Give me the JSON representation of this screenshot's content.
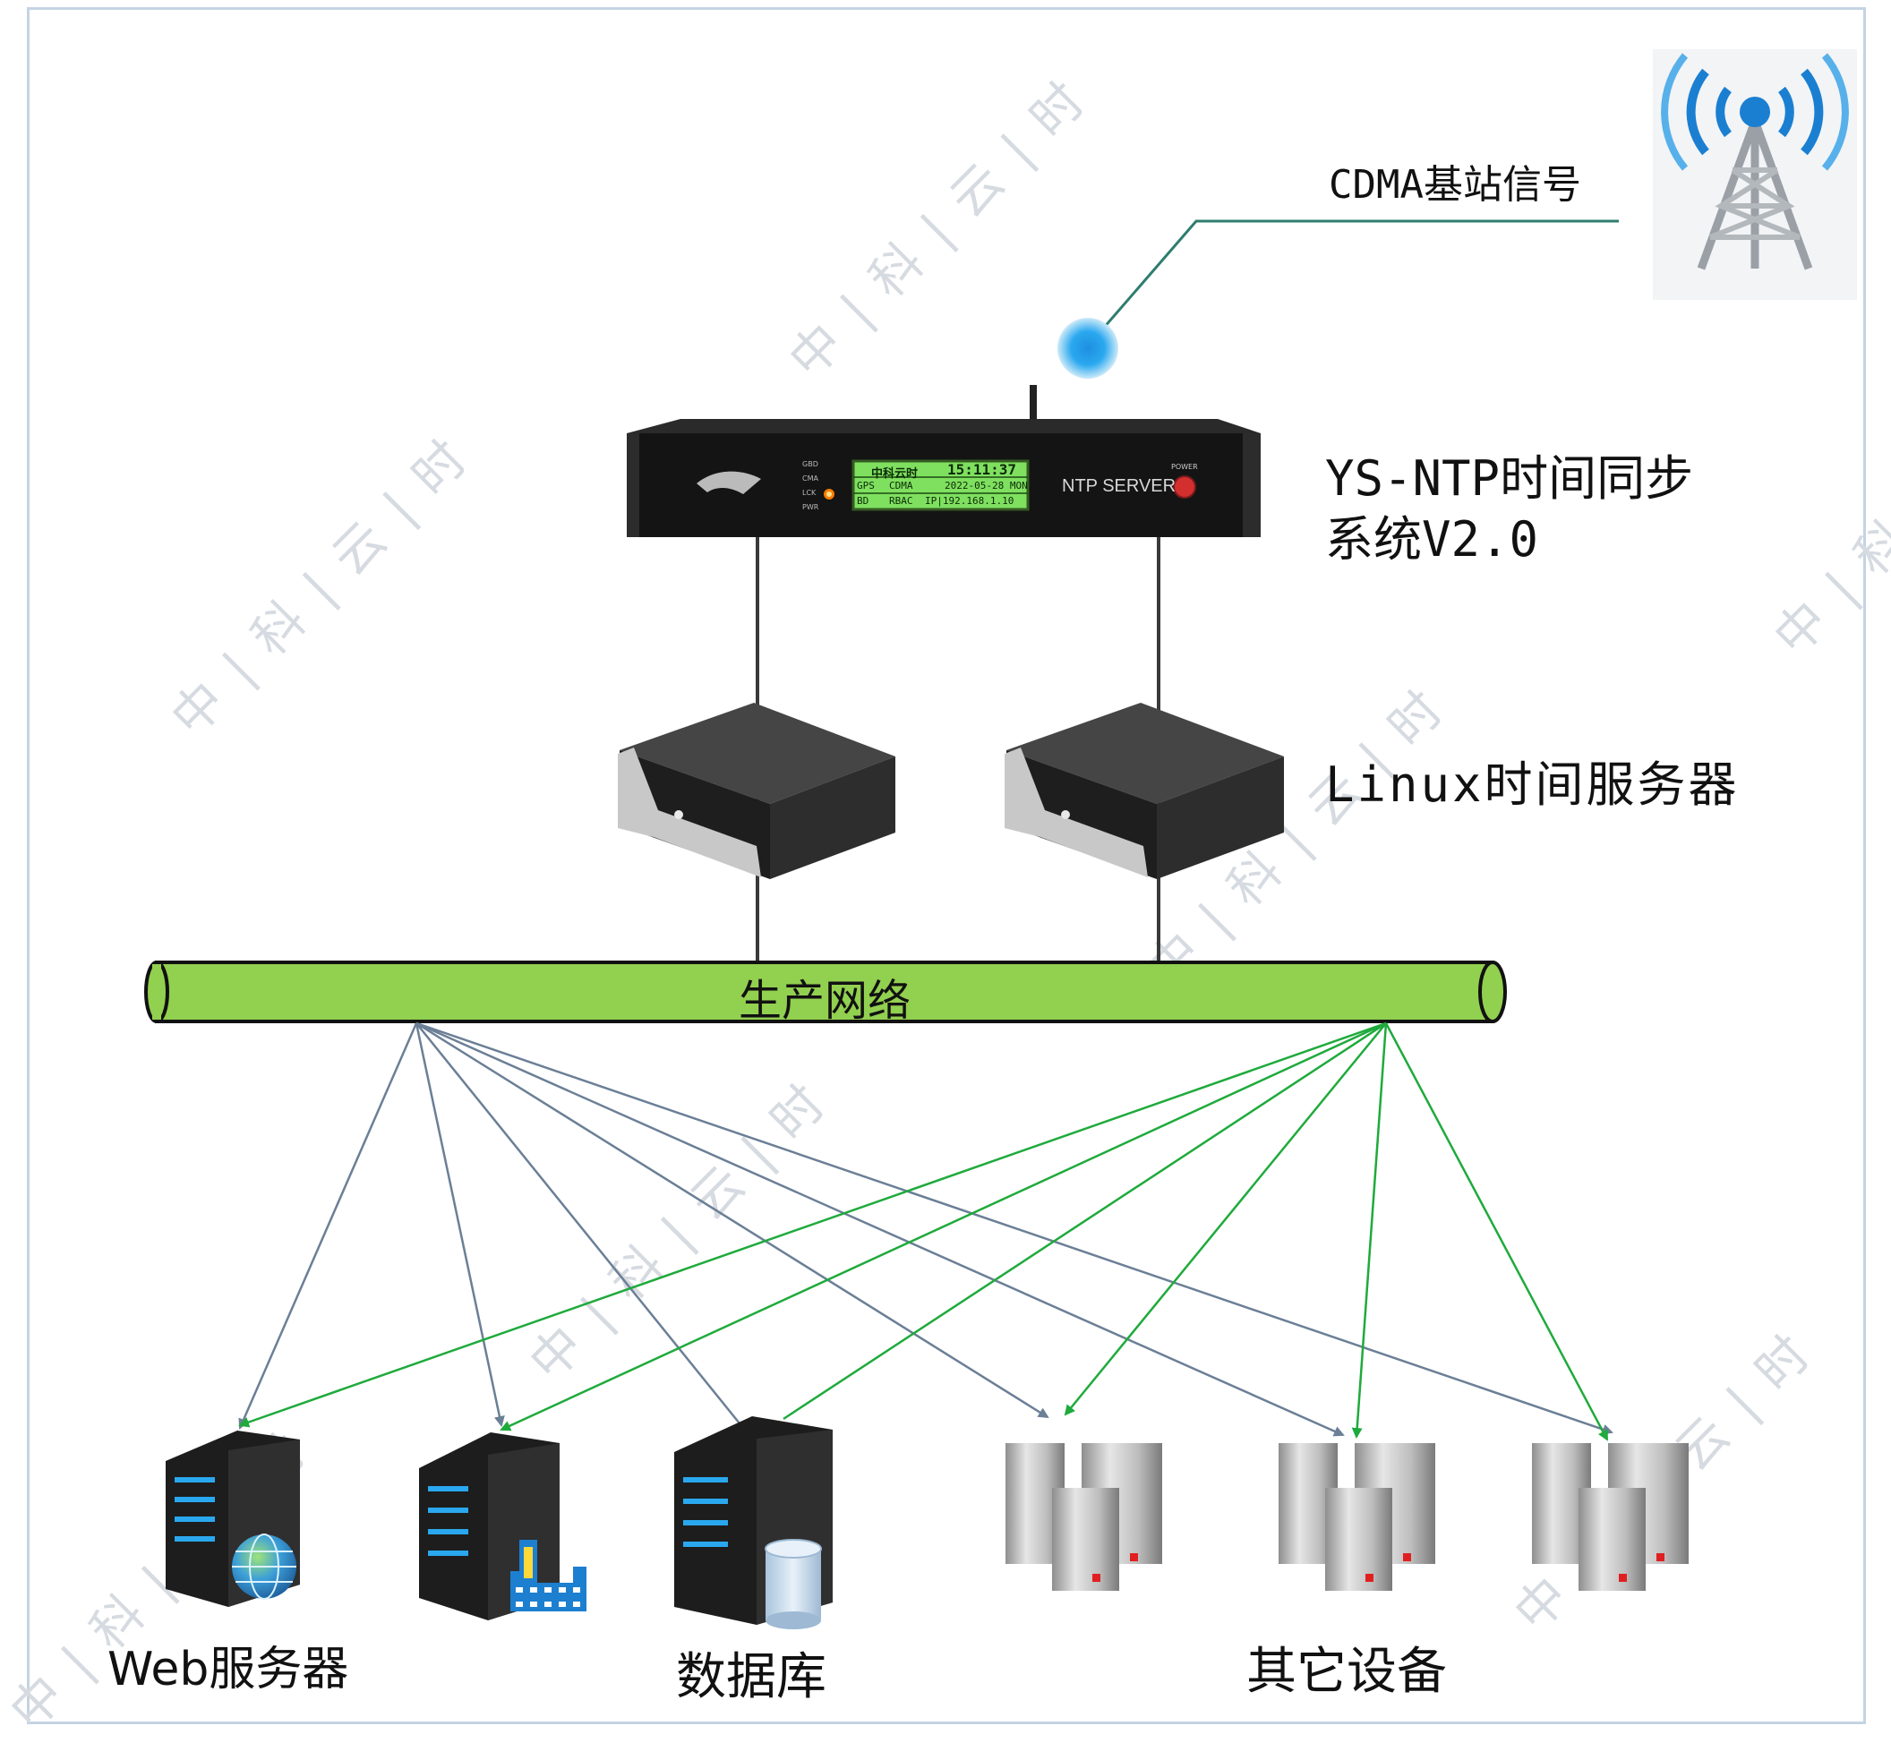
{
  "labels": {
    "cdma": "CDMA基站信号",
    "ntp_line1": "YS-NTP时间同步",
    "ntp_line2": "系统V2.0",
    "linux": "Linux时间服务器",
    "network": "生产网络",
    "web": "Web服务器",
    "database": "数据库",
    "other": "其它设备"
  },
  "device_panel": {
    "front_text": "NTP SERVER",
    "power_text": "POWER",
    "indicators": [
      "GBD",
      "CMA",
      "LCK",
      "PWR"
    ],
    "lcd": {
      "brand": "中科云时",
      "time": "15:11:37",
      "date": "2022-05-28 MON",
      "row2_left": "GPS",
      "row2_mid": "CDMA",
      "row3_left": "BD",
      "row3_mid": "RBAC",
      "ip": "IP|192.168.1.10"
    }
  },
  "watermark": "中|科|云|时",
  "colors": {
    "network_pipe": "#92d050",
    "link_gray": "#6b7f96",
    "link_green": "#1faa3c",
    "signal_line": "#2e7d6e",
    "frame": "#c5d3e3"
  },
  "icons": [
    "signal-tower-icon",
    "signal-dot-icon",
    "ntp-server-device",
    "linux-server-icon",
    "rack-server-icon",
    "globe-icon",
    "film-icon",
    "database-cylinder-icon",
    "server-cluster-icon"
  ]
}
